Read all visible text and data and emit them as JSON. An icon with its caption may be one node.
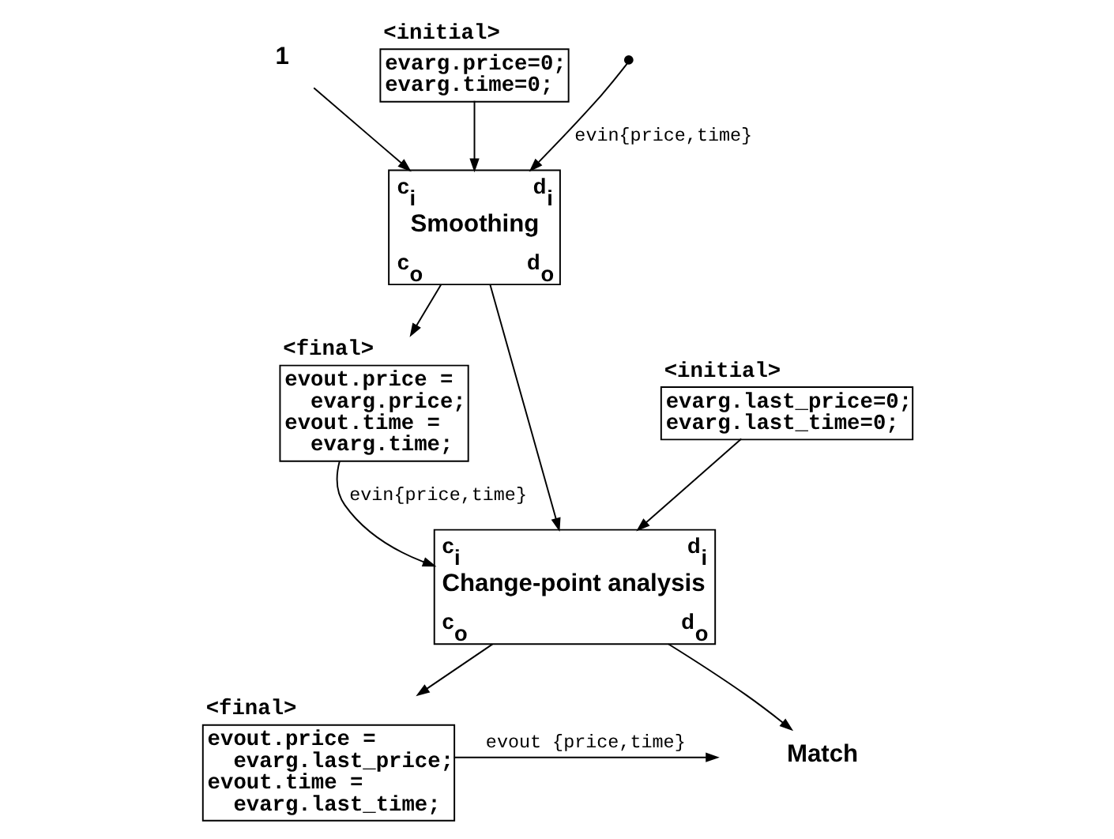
{
  "diagram": {
    "nodes": [
      {
        "text": [
          "1"
        ]
      },
      {
        "text": [
          "c$_{i}$",
          "d$_{i}$",
          "Smoothing",
          "c$_{o}$",
          "d$_{o}$"
        ]
      },
      {
        "text": [
          "<initial>",
          "evarg.price=0; evarg.time=0;"
        ]
      },
      {
        "text": [],
        "shape": "circle"
      },
      {
        "text": [
          "<final>",
          "evout.price = evarg.price; evout.time = evarg.time;"
        ]
      },
      {
        "text": [
          "<initial>",
          "evarg.last_price=0; evarg.last_time=0;"
        ]
      },
      {
        "text": [
          "c$_{i}$",
          "d$_{i}$",
          "Change-point analysis",
          "c$_{o}$",
          "d$_{o}$"
        ]
      },
      {
        "text": [
          "<final>",
          "evout.price = evarg.last_price; evout.time = evarg.last_time;"
        ]
      },
      {
        "text": [
          "Match"
        ]
      }
    ],
    "edges": [
      {
        "from": 0,
        "to": 1,
        "arrow": "to"
      },
      {
        "from": 2,
        "to": 1,
        "arrow": "to"
      },
      {
        "from": 3,
        "to": 1,
        "arrow": "to",
        "label": "evin{price,time}"
      },
      {
        "from": 1,
        "to": 4,
        "arrow": "to"
      },
      {
        "from": 1,
        "to": 6,
        "arrow": "to"
      },
      {
        "from": 5,
        "to": 6,
        "arrow": "to"
      },
      {
        "from": 4,
        "to": 6,
        "arrow": "to",
        "label": "evin{price,time}"
      },
      {
        "from": 6,
        "to": 7,
        "arrow": "to"
      },
      {
        "from": 6,
        "to": 8,
        "arrow": "to"
      },
      {
        "from": 7,
        "to": null,
        "arrow": "to",
        "label": "evout {price,time}"
      }
    ]
  }
}
